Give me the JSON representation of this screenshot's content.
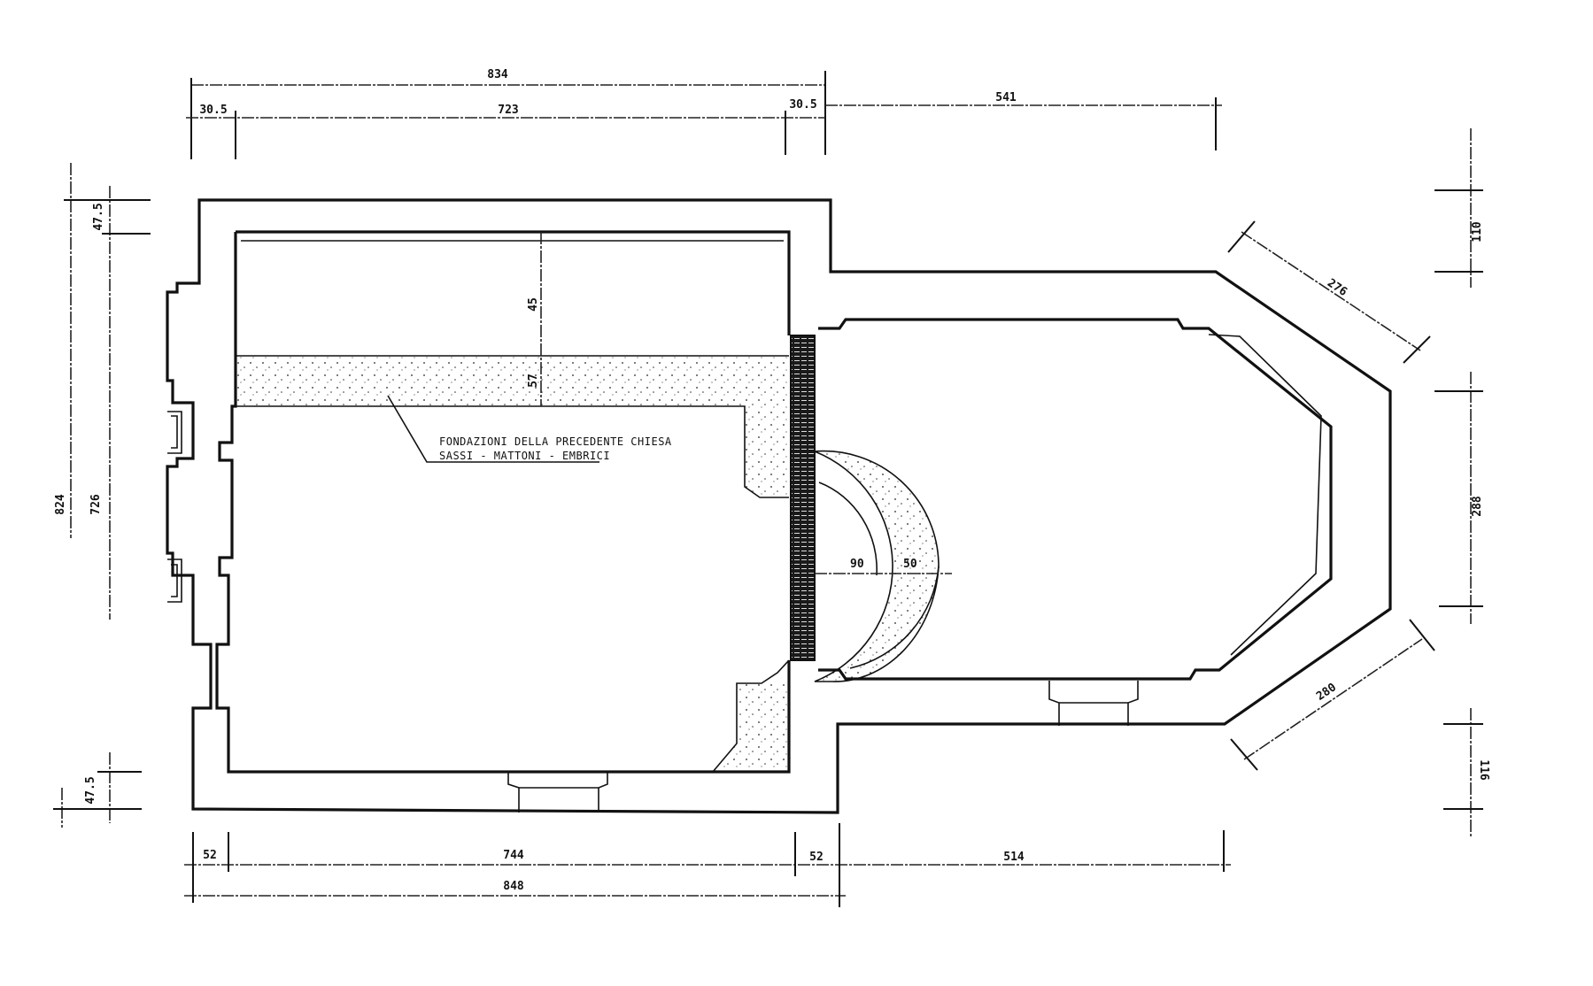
{
  "dimensions": {
    "top_overall": "834",
    "top_left_wall": "30.5",
    "top_nave_inner": "723",
    "top_right_wall": "30.5",
    "top_chancel": "541",
    "left_overall": "824",
    "left_inner": "726",
    "left_top_wall": "47.5",
    "left_bottom_wall": "47.5",
    "right_top": "110",
    "right_middle": "288",
    "right_bottom": "116",
    "diagonal_top": "276",
    "diagonal_bottom": "280",
    "bottom_left_wall": "52",
    "bottom_nave_inner": "744",
    "bottom_right_wall": "52",
    "bottom_chancel": "514",
    "bottom_overall": "848",
    "interior_upper": "45",
    "interior_band": "57",
    "arc_inner": "90",
    "arc_width": "50"
  },
  "annotation": {
    "line1": "FONDAZIONI DELLA PRECEDENTE CHIESA",
    "line2": "SASSI - MATTONI - EMBRICI"
  }
}
